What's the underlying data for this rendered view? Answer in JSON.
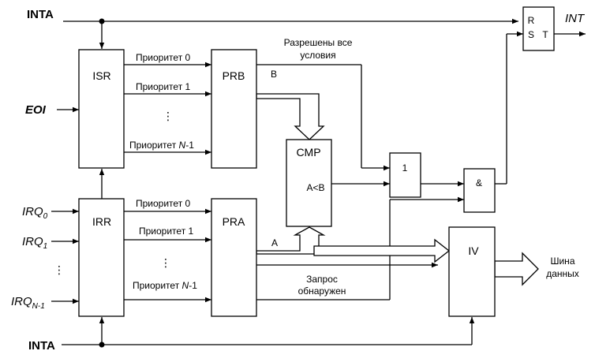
{
  "signals": {
    "inta_top": "INTA",
    "inta_bottom": "INTA",
    "eoi": "EOI",
    "irq0": "IRQ",
    "irq0_sub": "0",
    "irq1": "IRQ",
    "irq1_sub": "1",
    "irqn": "IRQ",
    "irqn_sub": "N-1",
    "int": "INT",
    "vdots": "⋮"
  },
  "blocks": {
    "isr": "ISR",
    "irr": "IRR",
    "prb": "PRB",
    "pra": "PRA",
    "cmp": "CMP",
    "iv": "IV",
    "or_gate": "1",
    "and_gate": "&",
    "rs_r": "R",
    "rs_s": "S",
    "rs_t": "T"
  },
  "ports": {
    "prb_out": "B",
    "pra_out": "A",
    "cmp_out": "A<B"
  },
  "labels": {
    "prio_prefix": "Приоритет ",
    "prio_0": "0",
    "prio_1": "1",
    "prio_n": "N",
    "prio_n_suffix": "-1",
    "all_ok_line1": "Разрешены все",
    "all_ok_line2": "условия",
    "req_line1": "Запрос",
    "req_line2": "обнаружен",
    "bus_line1": "Шина",
    "bus_line2": "данных"
  }
}
